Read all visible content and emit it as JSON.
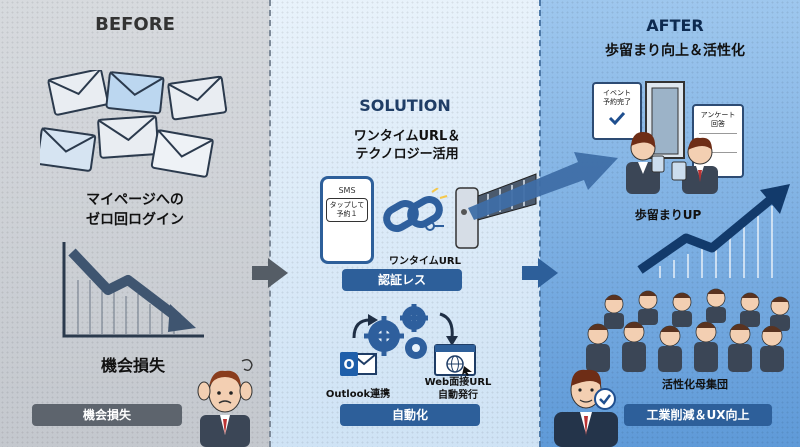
{
  "before": {
    "heading": "BEFORE",
    "caption_login": "マイページへの\nゼロ回ログイン",
    "caption_loss": "機会損失",
    "footer_label": "機会損失"
  },
  "solution": {
    "heading": "SOLUTION",
    "subtitle": "ワンタイムURL＆\nテクノロジー活用",
    "phone_top": "SMS",
    "phone_bubble": "タップして\n予約１",
    "url_label": "ワンタイムURL",
    "badge": "認証レス",
    "outlook_label": "Outlook連携",
    "web_label": "Web面接URL\n自動発行",
    "footer_label": "自動化"
  },
  "after": {
    "heading": "AFTER",
    "subtitle": "歩留まり向上＆活性化",
    "event_card": "イベント\n予約完了",
    "survey_card": "アンケート\n回答",
    "growth_label": "歩留まりUP",
    "group_label": "活性化母集団",
    "footer_label": "工業削減＆UX向上"
  },
  "colors": {
    "dark_blue": "#1f4f8f",
    "footer_gray": "#5d646d",
    "footer_blue": "#2d5f9a",
    "arrow_gray": "#555d66"
  }
}
